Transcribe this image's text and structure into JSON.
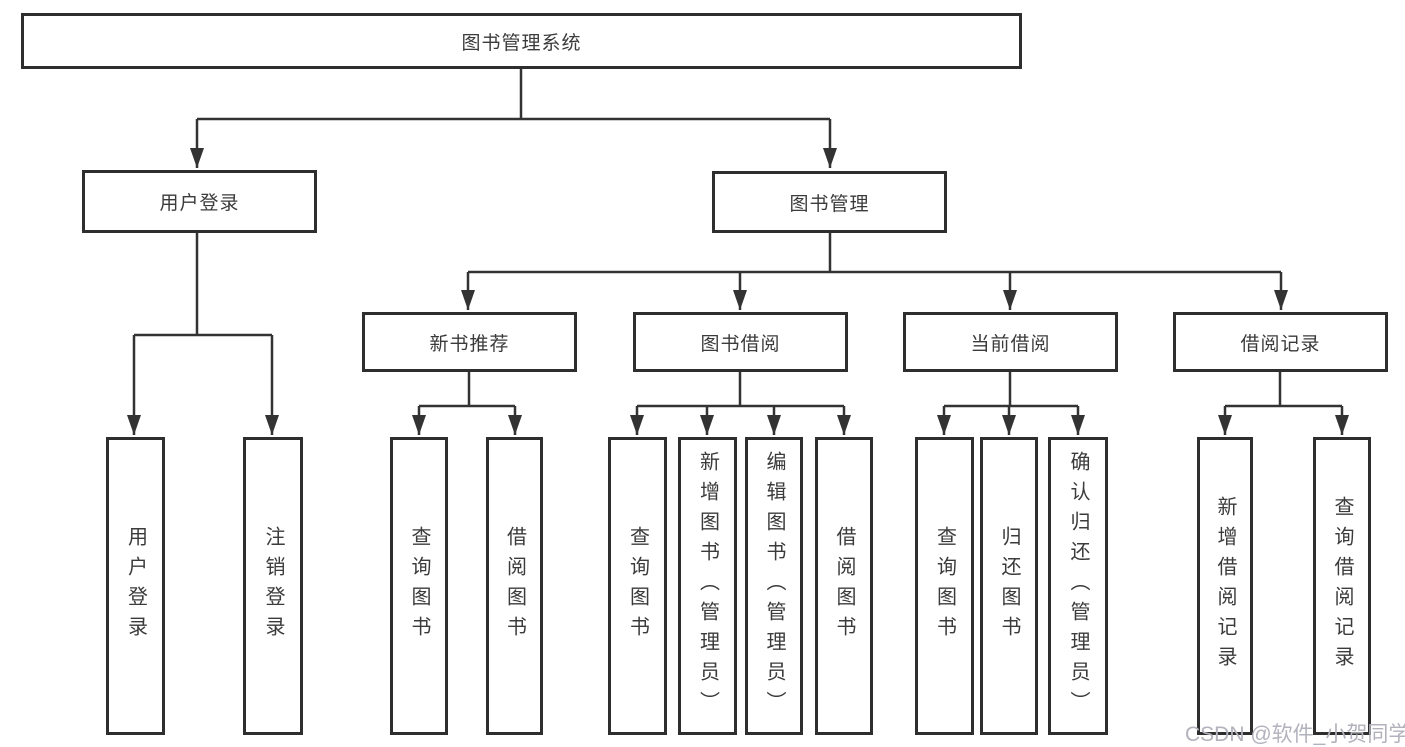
{
  "diagram": {
    "title": "图书管理系统",
    "branches": [
      {
        "label": "用户登录",
        "children": [
          {
            "label": "用户登录"
          },
          {
            "label": "注销登录"
          }
        ]
      },
      {
        "label": "图书管理",
        "groups": [
          {
            "label": "新书推荐",
            "children": [
              {
                "label": "查询图书"
              },
              {
                "label": "借阅图书"
              }
            ]
          },
          {
            "label": "图书借阅",
            "children": [
              {
                "label": "查询图书"
              },
              {
                "label": "新增图书（管理员）"
              },
              {
                "label": "编辑图书（管理员）"
              },
              {
                "label": "借阅图书"
              }
            ]
          },
          {
            "label": "当前借阅",
            "children": [
              {
                "label": "查询图书"
              },
              {
                "label": "归还图书"
              },
              {
                "label": "确认归还（管理员）"
              }
            ]
          },
          {
            "label": "借阅记录",
            "children": [
              {
                "label": "新增借阅记录"
              },
              {
                "label": "查询借阅记录"
              }
            ]
          }
        ]
      }
    ]
  },
  "watermark": "CSDN @软件_小贺同学",
  "colors": {
    "line": "#333333",
    "box_border": "#2e2e2e",
    "text": "#3b3b3b",
    "watermark": "#b2b2bd"
  }
}
